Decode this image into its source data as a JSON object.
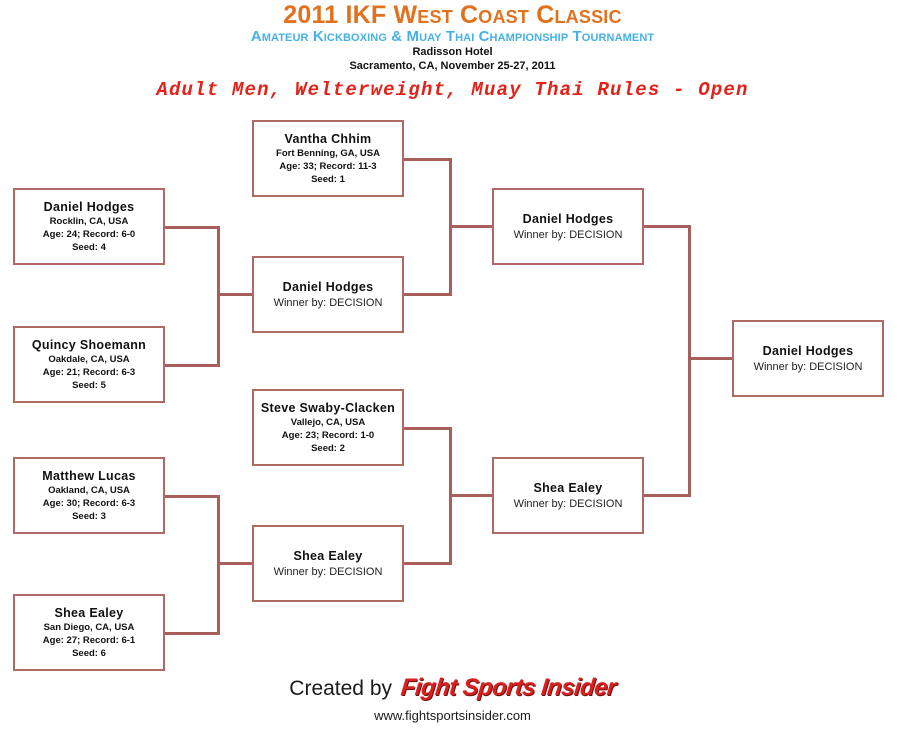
{
  "header": {
    "title": "2011 IKF West Coast Classic",
    "subtitle": "Amateur Kickboxing & Muay Thai Championship Tournament",
    "venue": "Radisson Hotel",
    "location_date": "Sacramento, CA, November 25-27, 2011",
    "division": "Adult Men, Welterweight, Muay Thai Rules - Open",
    "colors": {
      "title": "#e2711d",
      "subtitle": "#45b1e8",
      "division": "#e2231a",
      "box_border": "#b06a66",
      "connector": "#a85f5b"
    }
  },
  "bracket": {
    "type": "single-elimination",
    "rounds": 4,
    "round1": [
      {
        "name": "Daniel  Hodges",
        "hometown": "Rocklin, CA, USA",
        "stats": "Age: 24; Record: 6-0",
        "seed": "Seed: 4"
      },
      {
        "name": "Quincy  Shoemann",
        "hometown": "Oakdale, CA, USA",
        "stats": "Age: 21; Record: 6-3",
        "seed": "Seed: 5"
      },
      {
        "name": "Matthew  Lucas",
        "hometown": "Oakland, CA, USA",
        "stats": "Age: 30; Record: 6-3",
        "seed": "Seed: 3"
      },
      {
        "name": "Shea  Ealey",
        "hometown": "San Diego, CA, USA",
        "stats": "Age: 27; Record: 6-1",
        "seed": "Seed: 6"
      }
    ],
    "round2": [
      {
        "name": "Vantha  Chhim",
        "hometown": "Fort Benning, GA, USA",
        "stats": "Age: 33; Record: 11-3",
        "seed": "Seed: 1"
      },
      {
        "name": "Daniel  Hodges",
        "result": "Winner by: DECISION"
      },
      {
        "name": "Steve  Swaby-Clacken",
        "hometown": "Vallejo, CA, USA",
        "stats": "Age: 23; Record: 1-0",
        "seed": "Seed: 2"
      },
      {
        "name": "Shea  Ealey",
        "result": "Winner by: DECISION"
      }
    ],
    "semifinals": [
      {
        "name": "Daniel  Hodges",
        "result": "Winner by: DECISION"
      },
      {
        "name": "Shea  Ealey",
        "result": "Winner by: DECISION"
      }
    ],
    "final": {
      "name": "Daniel  Hodges",
      "result": "Winner by: DECISION"
    }
  },
  "footer": {
    "created_by": "Created by",
    "brand": "Fight Sports Insider",
    "url": "www.fightsportsinsider.com"
  }
}
